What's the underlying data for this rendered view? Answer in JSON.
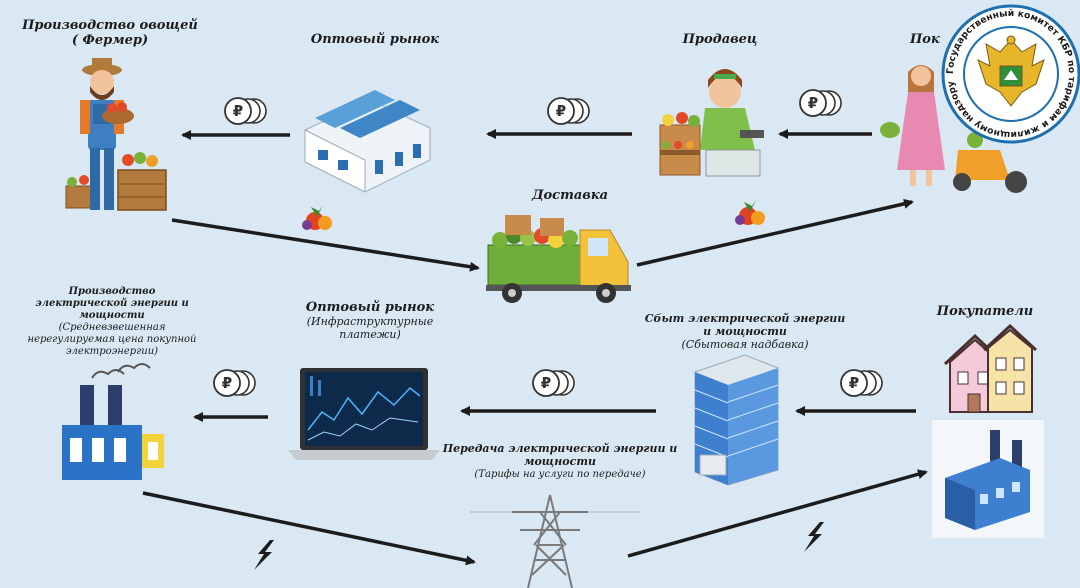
{
  "farmer": {
    "title": "Производство овощей",
    "subtitle": "( Фермер)"
  },
  "wholesale_top": {
    "title": "Оптовый рынок"
  },
  "seller": {
    "title": "Продавец"
  },
  "buyer_top": {
    "title": "Пок"
  },
  "delivery": {
    "title": "Доставка"
  },
  "generation": {
    "title": "Производство электрической энергии и мощности",
    "subtitle": "(Средневзвешенная нерегулируемая цена покупной электроэнергии)"
  },
  "wholesale_bottom": {
    "title": "Оптовый рынок",
    "subtitle": "(Инфраструктурные платежи)"
  },
  "sales": {
    "title": "Сбыт электрической энергии и мощности",
    "subtitle": "(Сбытовая надбавка)"
  },
  "buyers_bottom": {
    "title": "Покупатели"
  },
  "transmission": {
    "title": "Передача электрической энергии и мощности",
    "subtitle": "(Тарифы на услуги по передаче)"
  },
  "seal": {
    "text": "Государственный комитет КБР по тарифам и жилищному надзору"
  },
  "colors": {
    "background": "#d9e8f2",
    "arrow": "#1c1c1c",
    "seal_ring": "#1d6fb0"
  }
}
